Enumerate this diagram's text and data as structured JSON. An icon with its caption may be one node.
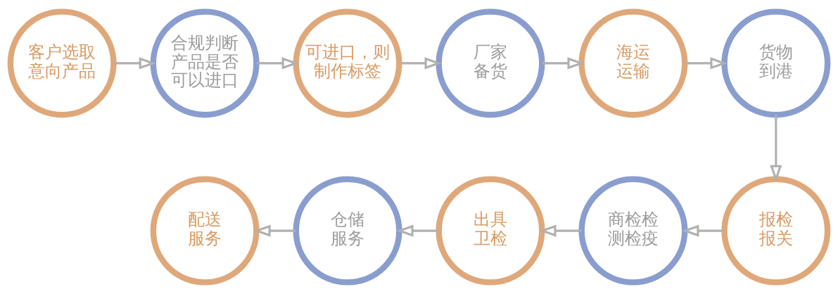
{
  "diagram": {
    "nodes": [
      {
        "text": [
          "客户选取意向产品"
        ]
      },
      {
        "text": [
          "合规判断产品是否可以进口"
        ]
      },
      {
        "text": [
          "可进口，则制作标签"
        ]
      },
      {
        "text": [
          "厂家备货"
        ]
      },
      {
        "text": [
          "海运运输"
        ]
      },
      {
        "text": [
          "货物到港"
        ]
      },
      {
        "text": [
          "报检报关"
        ]
      },
      {
        "text": [
          "商检检测检疫"
        ]
      },
      {
        "text": [
          "出具卫检"
        ]
      },
      {
        "text": [
          "仓储服务"
        ]
      },
      {
        "text": [
          "配送服务"
        ]
      }
    ],
    "edges": [
      {
        "from": 0,
        "to": 1,
        "arrow": "to"
      },
      {
        "from": 1,
        "to": 2,
        "arrow": "to"
      },
      {
        "from": 2,
        "to": 3,
        "arrow": "to"
      },
      {
        "from": 3,
        "to": 4,
        "arrow": "to"
      },
      {
        "from": 4,
        "to": 5,
        "arrow": "to"
      },
      {
        "from": 5,
        "to": 6,
        "arrow": "to"
      },
      {
        "from": 6,
        "to": 7,
        "arrow": "to"
      },
      {
        "from": 7,
        "to": 8,
        "arrow": "to"
      },
      {
        "from": 8,
        "to": 9,
        "arrow": "to"
      },
      {
        "from": 9,
        "to": 10,
        "arrow": "to"
      }
    ]
  }
}
